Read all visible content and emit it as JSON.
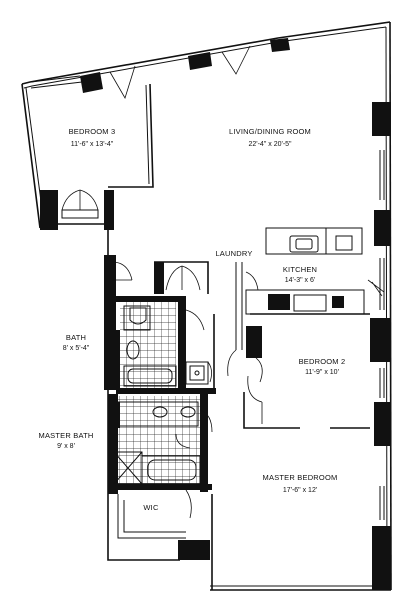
{
  "rooms": {
    "bedroom3": {
      "name": "BEDROOM 3",
      "dims": "11'-6\" x 13'-4\""
    },
    "living": {
      "name": "LIVING/DINING ROOM",
      "dims": "22'-4\" x 20'-5\""
    },
    "laundry": {
      "name": "LAUNDRY"
    },
    "kitchen": {
      "name": "KITCHEN",
      "dims": "14'-3\" x 6'"
    },
    "bath": {
      "name": "BATH",
      "dims": "8' x 5'-4\""
    },
    "bedroom2": {
      "name": "BEDROOM 2",
      "dims": "11'-9\" x 10'"
    },
    "master_bath": {
      "name": "MASTER BATH",
      "dims": "9' x 8'"
    },
    "master_bedroom": {
      "name": "MASTER BEDROOM",
      "dims": "17'-6\" x 12'"
    },
    "wic": {
      "name": "WIC"
    }
  },
  "colors": {
    "wall": "#111111",
    "background": "#ffffff"
  }
}
